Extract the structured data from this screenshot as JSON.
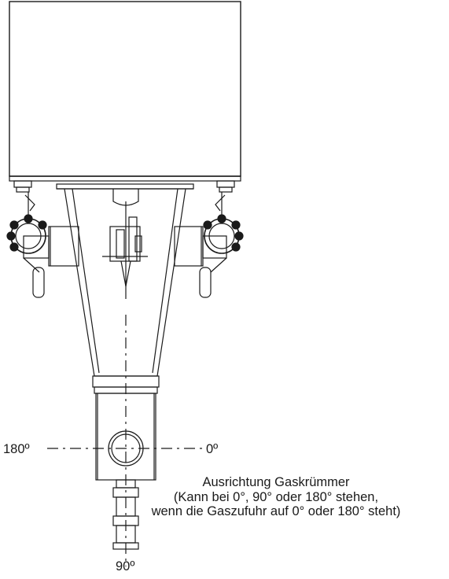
{
  "labels": {
    "left_angle": "180º",
    "right_angle": "0º",
    "bottom_angle": "90º"
  },
  "note": {
    "line1": "Ausrichtung Gaskrümmer",
    "line2": "(Kann bei 0°, 90° oder 180° stehen,",
    "line3": "wenn die Gaszufuhr auf 0° oder 180° steht)"
  },
  "colors": {
    "line": "#1a1a1a",
    "background": "#ffffff"
  }
}
